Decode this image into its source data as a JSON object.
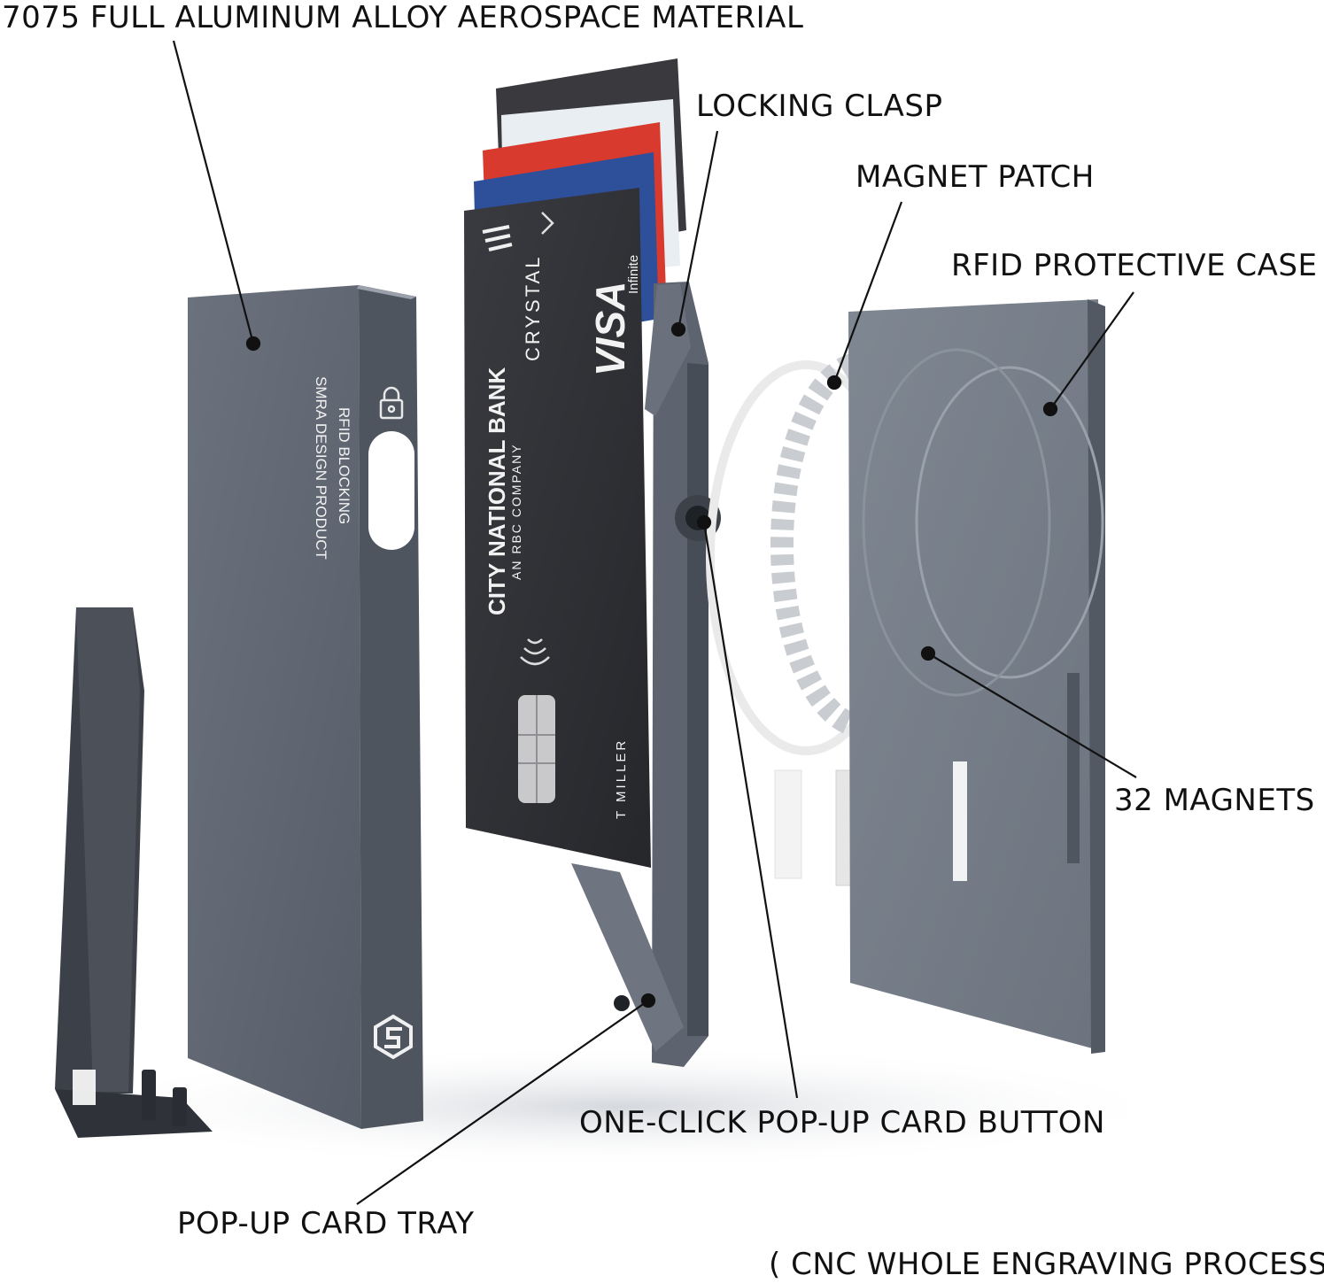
{
  "labels": {
    "material": "7075 FULL ALUMINUM ALLOY AEROSPACE MATERIAL",
    "locking_clasp": "LOCKING CLASP",
    "magnet_patch": "MAGNET PATCH",
    "rfid_case": "RFID PROTECTIVE CASE",
    "magnets_32": "32 MAGNETS",
    "popup_button": "ONE-CLICK POP-UP CARD BUTTON",
    "popup_tray": "POP-UP CARD TRAY",
    "cnc_process": "( CNC WHOLE ENGRAVING PROCESS )"
  },
  "shell_engraving": {
    "line1": "RFID BLOCKING",
    "line2": "SMRA DESIGN PRODUCT"
  },
  "card": {
    "bank_name": "CITY NATIONAL BANK",
    "bank_sub": "AN RBC COMPANY",
    "product": "CRYSTAL",
    "network": "VISA",
    "network_tier": "Infinite",
    "holder": "T MILLER"
  },
  "colors": {
    "metal": "#5d6470",
    "metal_light": "#8a929c",
    "card_black": "#2e2f33",
    "callout": "#111111"
  }
}
